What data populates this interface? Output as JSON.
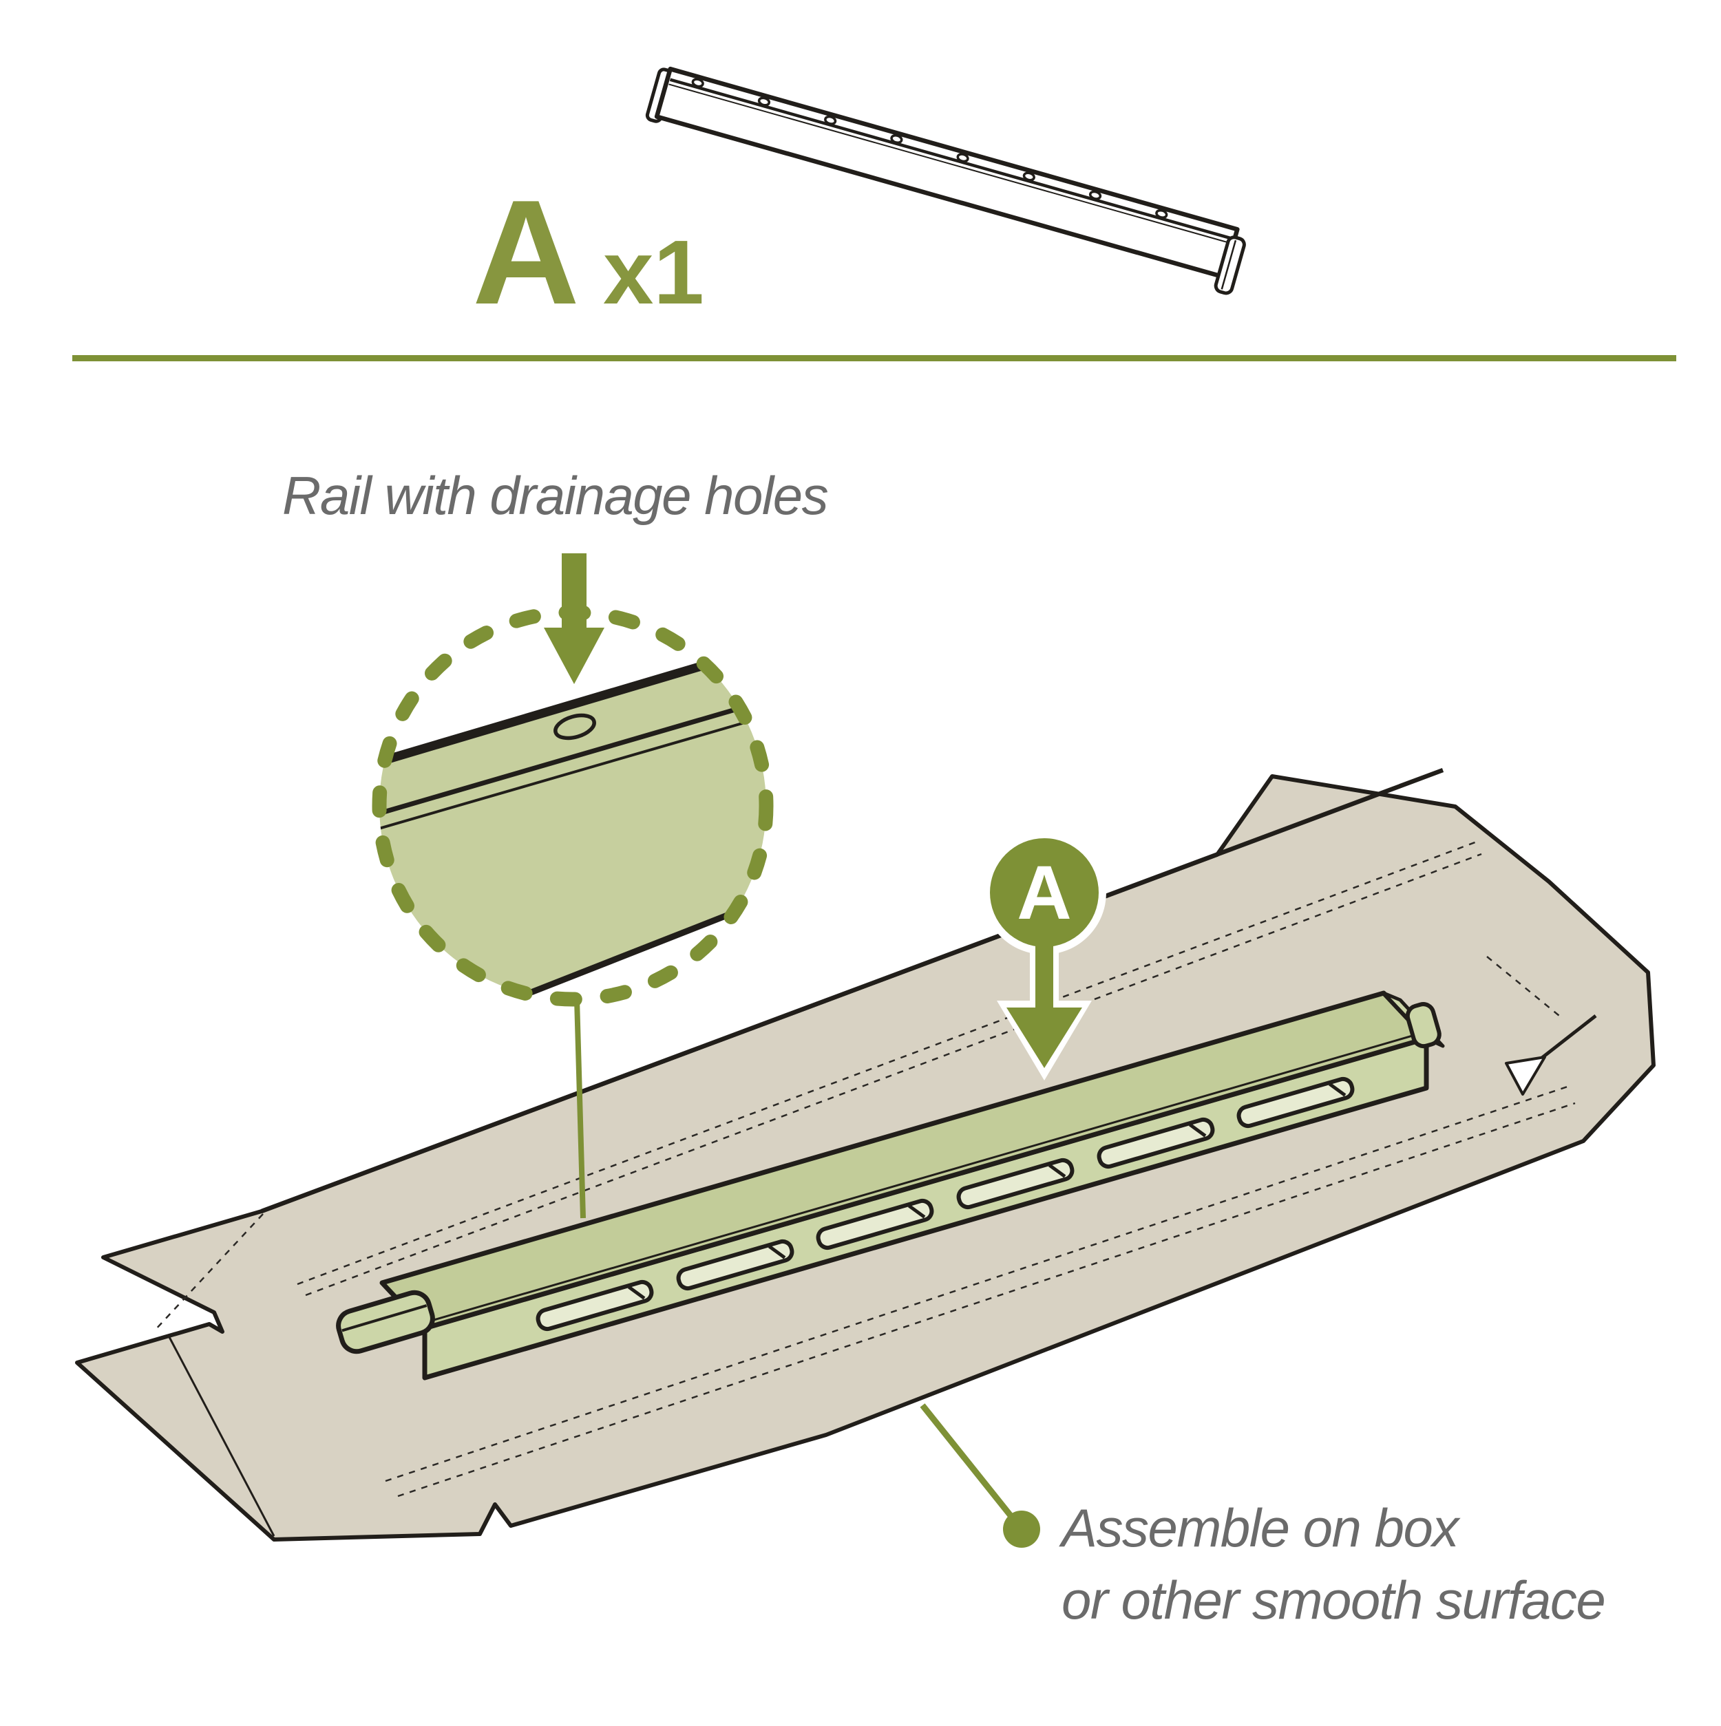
{
  "palette": {
    "accent_olive": "#7e9136",
    "label_olive": "#87963f",
    "rail_top_green": "#c2cc99",
    "rail_front_green": "#ccd6a8",
    "slot_green": "#e7ebd2",
    "detail_green": "#c6cf9e",
    "cardboard_tan": "#d8d2c3",
    "outline_black": "#211e1a",
    "caption_gray": "#6b6b6b"
  },
  "parts_header": {
    "part_letter": "A",
    "part_count_label": "x1"
  },
  "detail_view": {
    "caption": "Rail with drainage holes"
  },
  "assembly_view": {
    "part_badge_letter": "A",
    "caption_line1": "Assemble on box",
    "caption_line2": "or other smooth surface"
  }
}
